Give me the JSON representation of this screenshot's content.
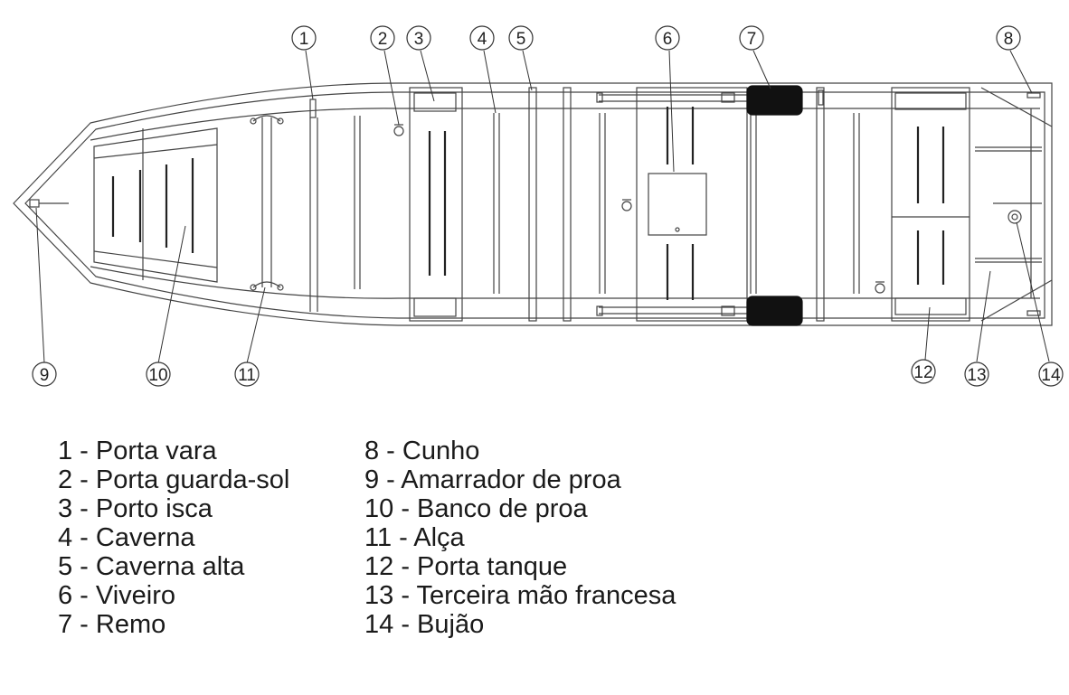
{
  "callouts": [
    "1",
    "2",
    "3",
    "4",
    "5",
    "6",
    "7",
    "8",
    "9",
    "10",
    "11",
    "12",
    "13",
    "14"
  ],
  "legend": [
    "1 - Porta vara",
    "2 - Porta guarda-sol",
    "3 - Porto isca",
    "4 - Caverna",
    "5 - Caverna alta",
    "6 - Viveiro",
    "7 - Remo",
    "8 - Cunho",
    "9 - Amarrador de proa",
    "10 - Banco de proa",
    "11 - Alça",
    "12 - Porta tanque",
    "13 - Terceira mão francesa",
    "14 - Bujão"
  ],
  "colors": {
    "line": "#444444",
    "text": "#1a1a1a",
    "oar_blade": "#111111"
  }
}
